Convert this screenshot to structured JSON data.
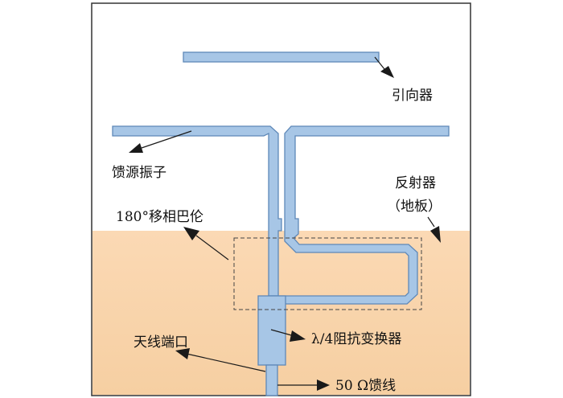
{
  "labels": {
    "director": "引向器",
    "driven_dipole": "馈源振子",
    "reflector": "反射器",
    "reflector_note": "（地板）",
    "balun": "180°移相巴伦",
    "antenna_port": "天线端口",
    "quarter_wave_transformer": "λ/4阻抗变换器",
    "feedline": "50 Ω馈线"
  },
  "colors": {
    "metal_fill": "#a7c6e6",
    "metal_stroke": "#5e88b8",
    "substrate_fill": "#f9d6ae",
    "frame": "#333333"
  }
}
